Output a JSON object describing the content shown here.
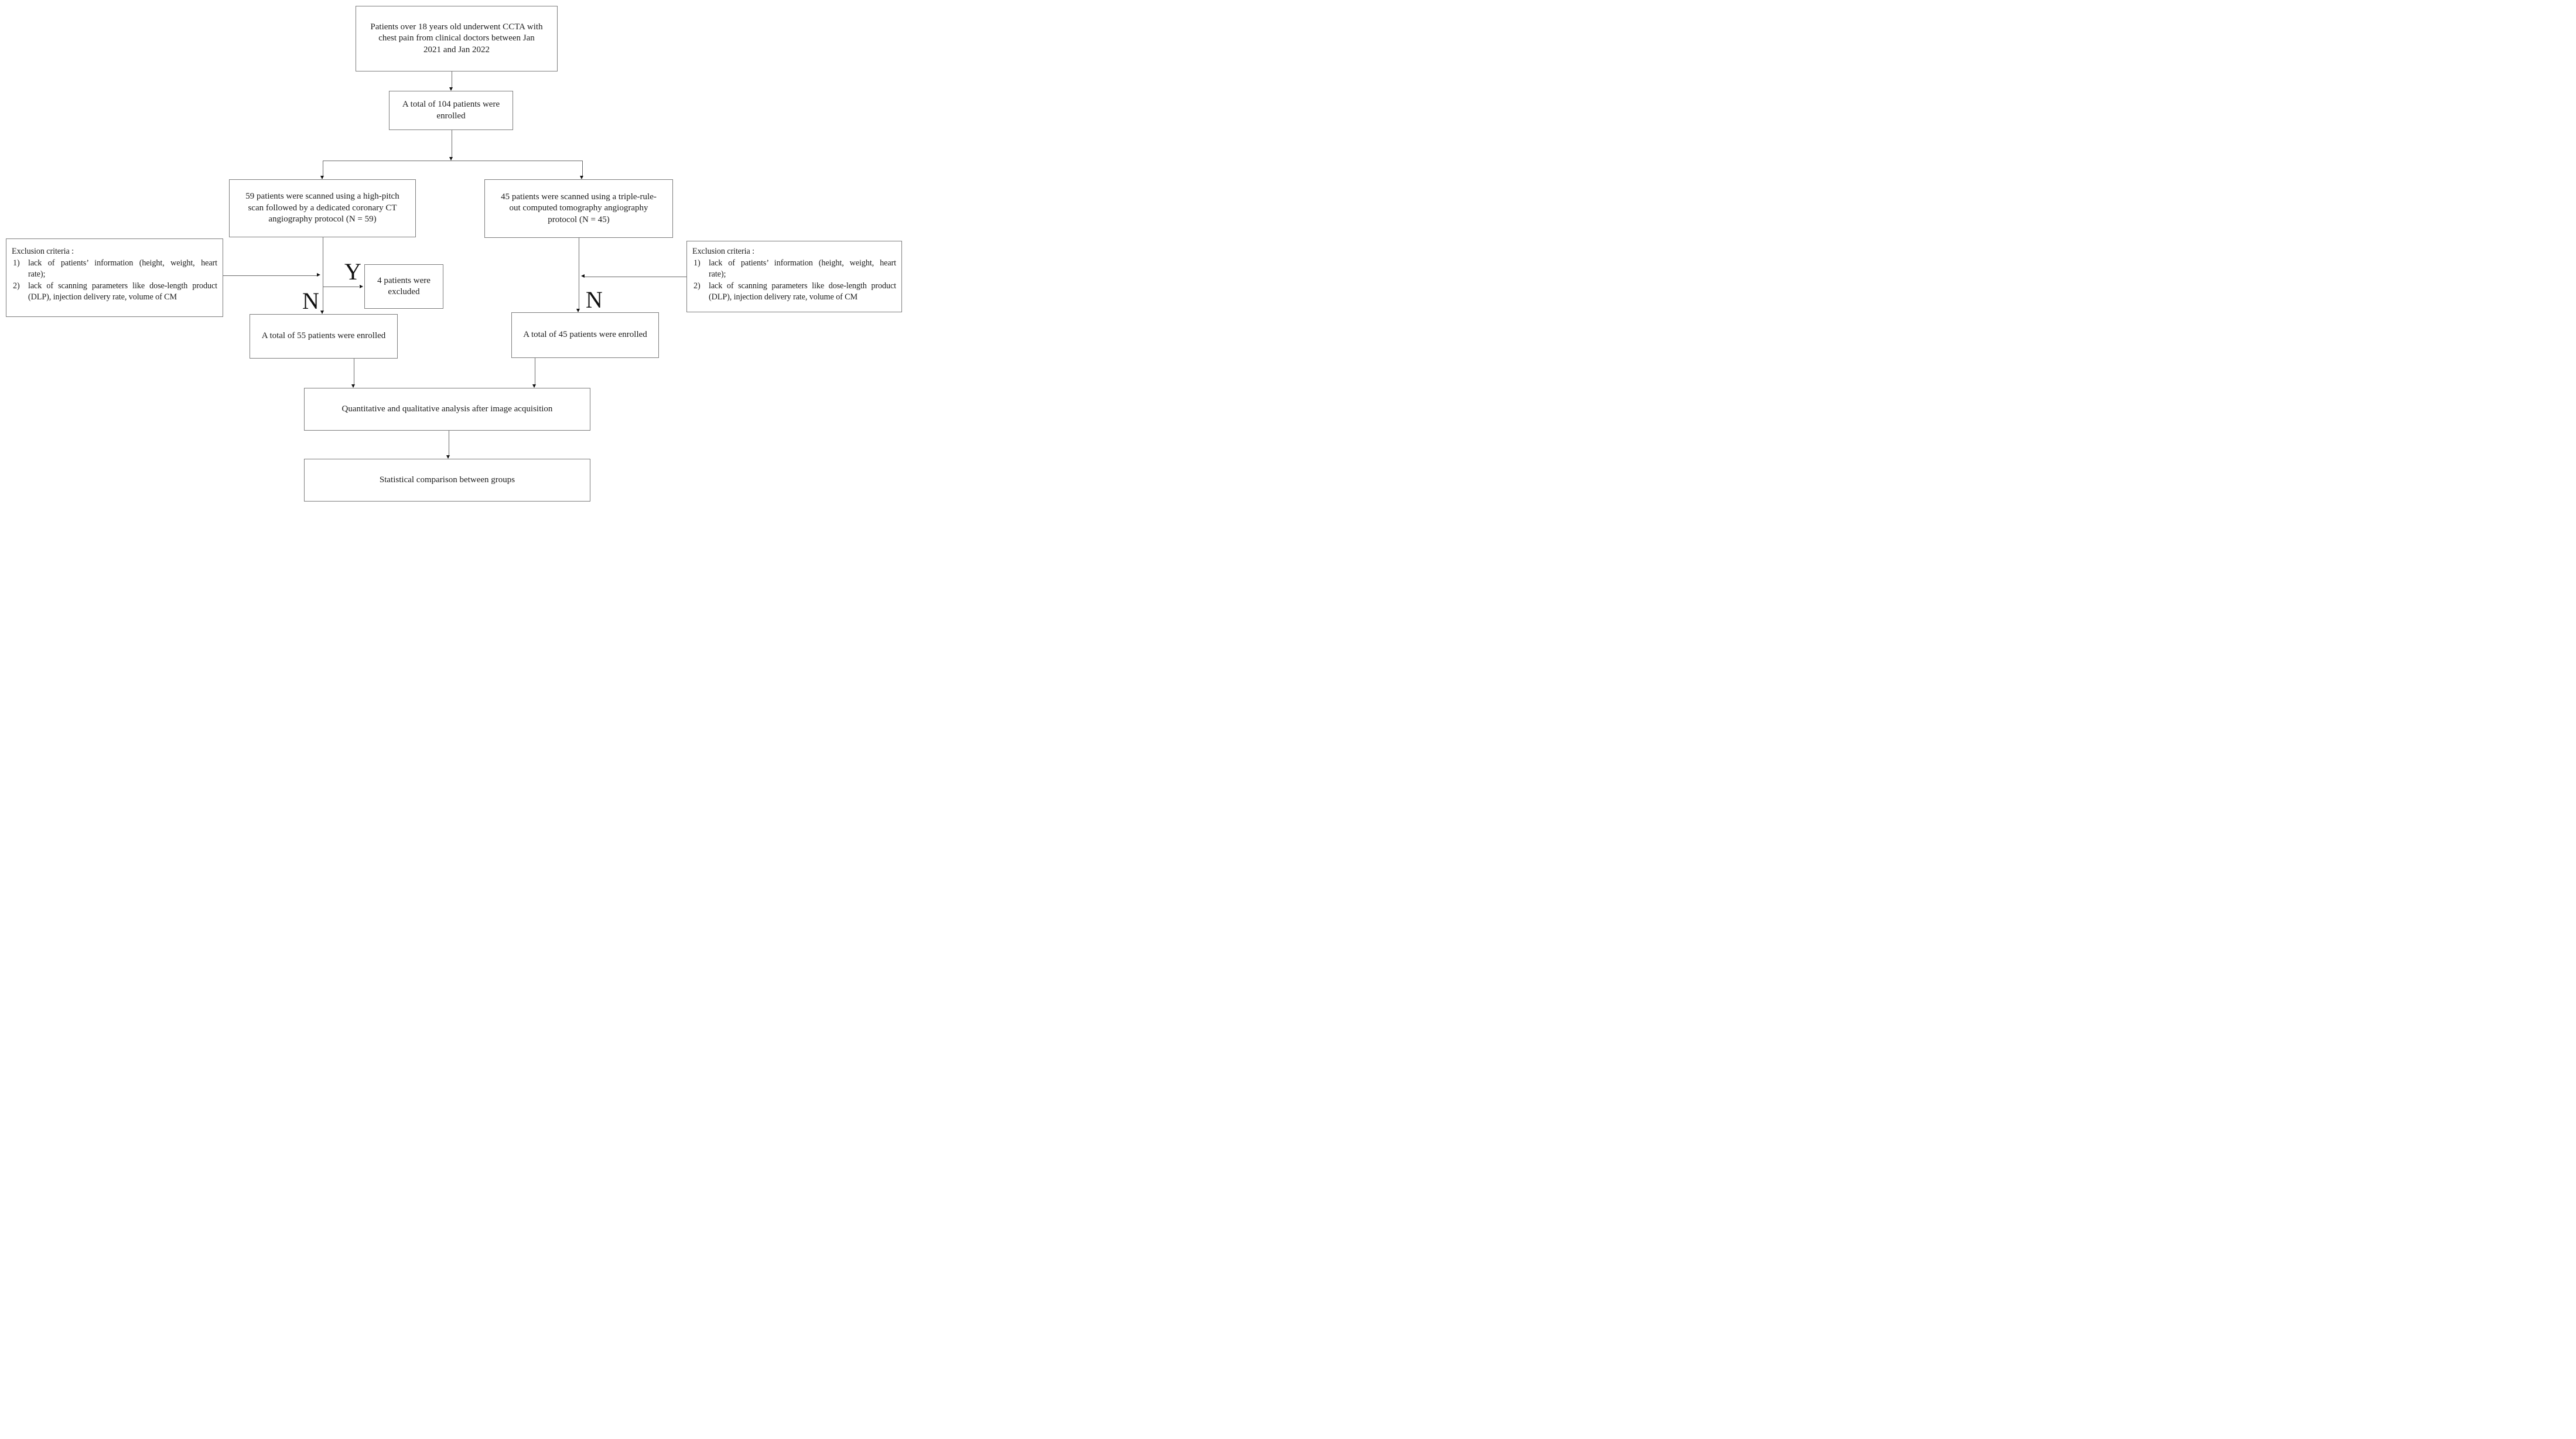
{
  "colors": {
    "box_border": "#7d7d7d",
    "connector": "#6b6b6b",
    "text": "#1c1c1c",
    "label": "#111111",
    "background": "#ffffff"
  },
  "nodes": {
    "eligibility": {
      "lines": [
        "Patients over 18 years old underwent CCTA with",
        "chest pain from clinical doctors between Jan",
        "2021 and Jan 2022"
      ]
    },
    "enrolled_total": {
      "lines": [
        "A total of 104 patients were",
        "enrolled"
      ]
    },
    "group_high_pitch": {
      "lines": [
        "59 patients were scanned using a high-pitch",
        "scan followed by a dedicated coronary CT",
        "angiography protocol (N = 59)"
      ]
    },
    "group_triple_rule_out": {
      "lines": [
        "45 patients were scanned using a triple-rule-",
        "out computed tomography angiography",
        "protocol (N = 45)"
      ]
    },
    "exclusion_left": {
      "heading": "Exclusion criteria :",
      "items": [
        {
          "marker": "1)",
          "lines": [
            "lack of patients’ information (height, weight, heart",
            "rate);"
          ]
        },
        {
          "marker": "2)",
          "lines": [
            "lack of scanning parameters like dose-length product",
            "(DLP), injection delivery rate, volume of CM"
          ]
        }
      ]
    },
    "exclusion_right": {
      "heading": "Exclusion criteria :",
      "items": [
        {
          "marker": "1)",
          "lines": [
            "lack of patients’ information (height, weight, heart",
            "rate);"
          ]
        },
        {
          "marker": "2)",
          "lines": [
            "lack of scanning parameters like dose-length product",
            "(DLP), injection delivery rate, volume of CM"
          ]
        }
      ]
    },
    "excluded": {
      "lines": [
        "4 patients were",
        "excluded"
      ]
    },
    "enrolled_55": {
      "text": "A total of 55 patients were enrolled"
    },
    "enrolled_45": {
      "text": "A total of 45 patients were enrolled"
    },
    "analysis": {
      "text": "Quantitative and qualitative analysis after image acquisition"
    },
    "comparison": {
      "text": "Statistical comparison between groups"
    }
  },
  "labels": {
    "yes": "Y",
    "no_left": "N",
    "no_right": "N"
  }
}
